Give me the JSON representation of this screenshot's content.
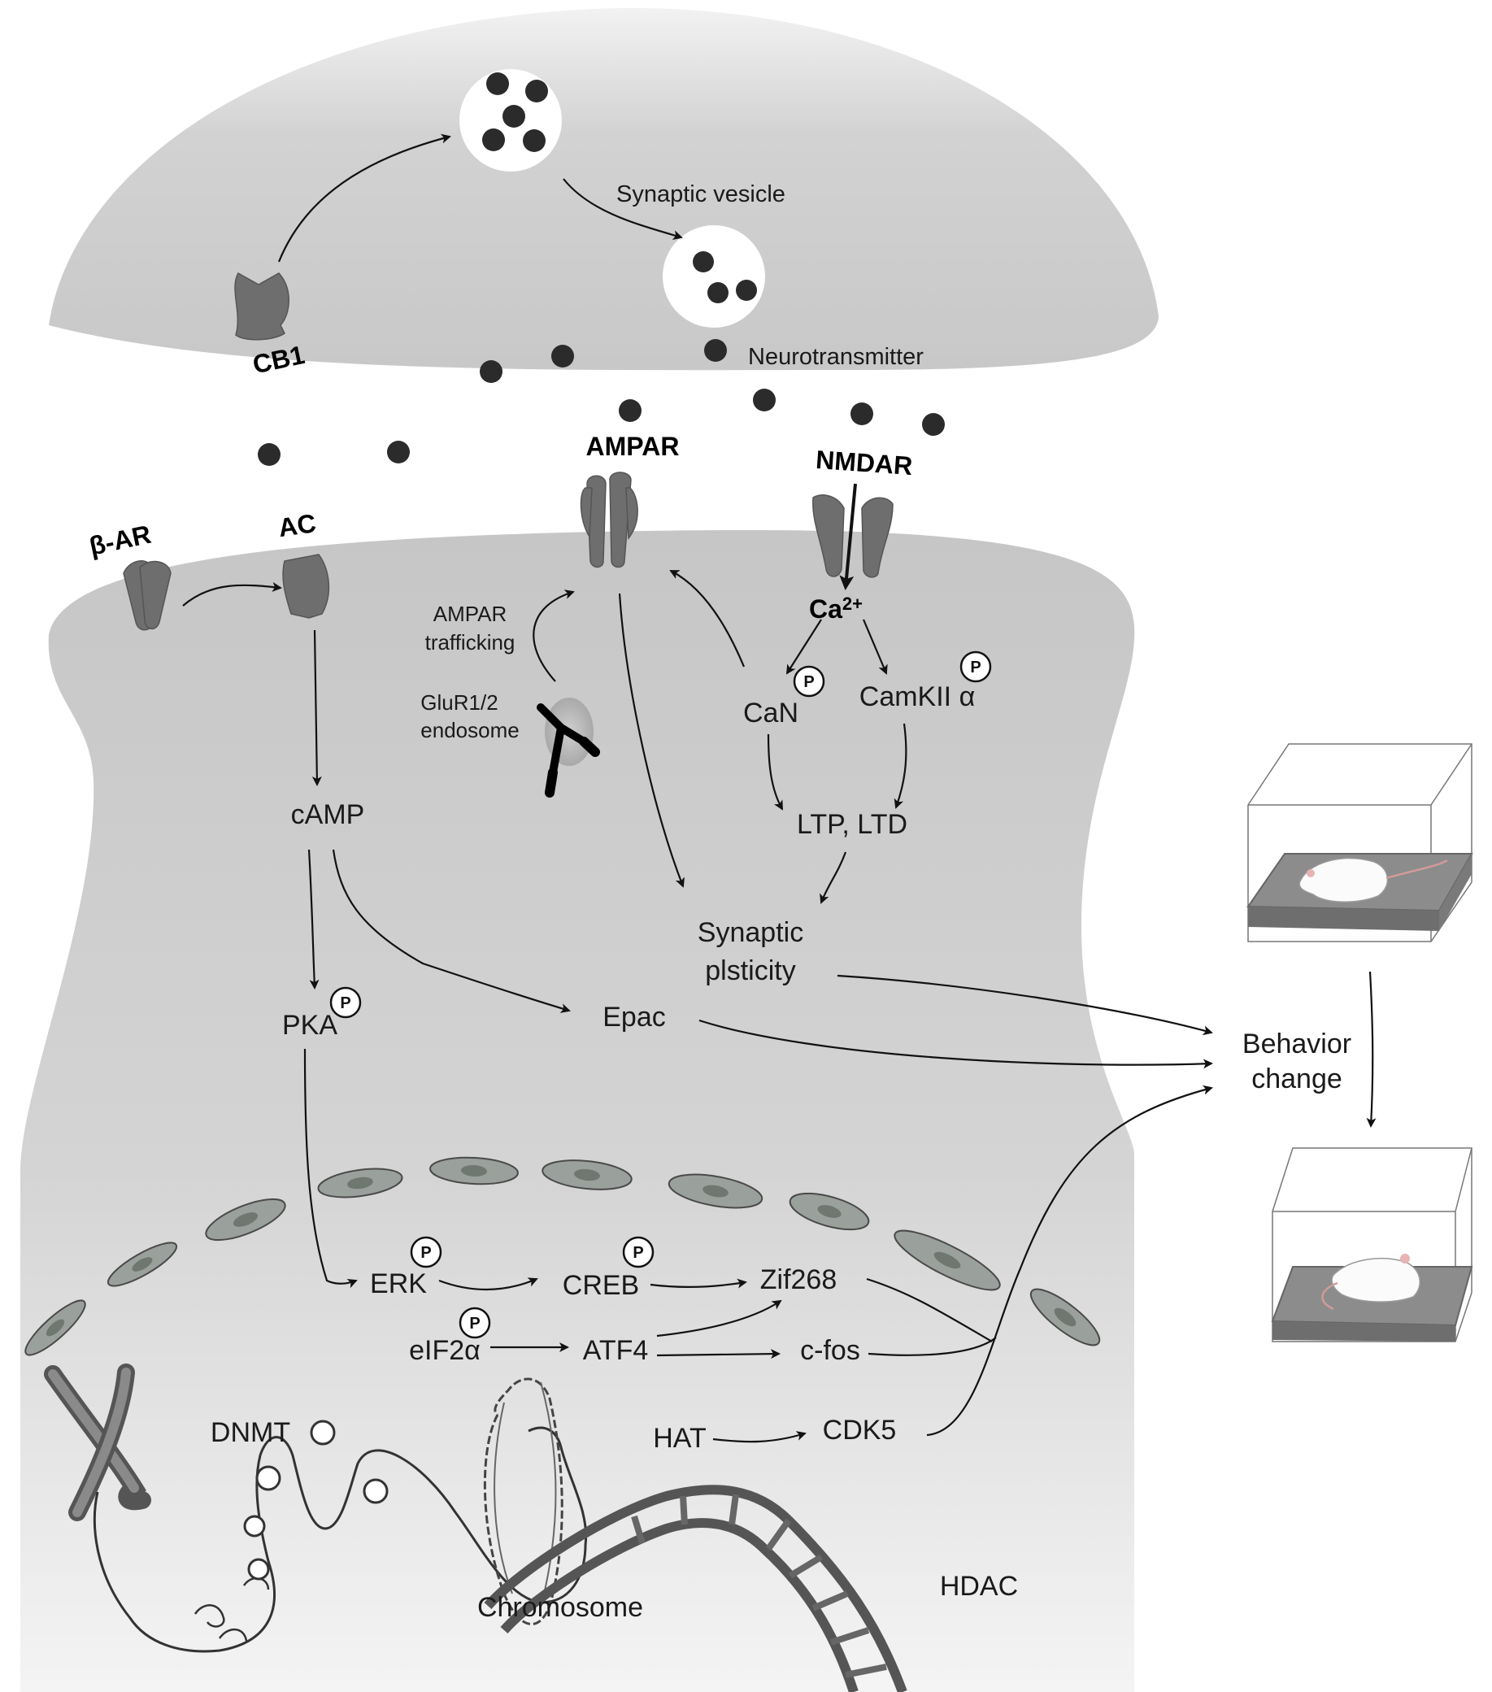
{
  "labels": {
    "synaptic_vesicle": "Synaptic  vesicle",
    "cb1": "CB1",
    "neurotransmitter": "Neurotransmitter",
    "ampar": "AMPAR",
    "nmdar": "NMDAR",
    "beta_ar": "β-AR",
    "ac": "AC",
    "ca": "Ca",
    "ca_sup": "2+",
    "ampar_trafficking_1": "AMPAR",
    "ampar_trafficking_2": "trafficking",
    "glur_1": "GluR1/2",
    "glur_2": "endosome",
    "can": "CaN",
    "camkii": "CamKII α",
    "camp": "cAMP",
    "ltp_ltd": "LTP, LTD",
    "synaptic_1": "Synaptic",
    "synaptic_2": "plsticity",
    "pka": "PKA",
    "epac": "Epac",
    "behavior_1": "Behavior",
    "behavior_2": "change",
    "erk": "ERK",
    "creb": "CREB",
    "zif268": "Zif268",
    "eif2a": "eIF2α",
    "atf4": "ATF4",
    "cfos": "c-fos",
    "dnmt": "DNMT",
    "hat": "HAT",
    "cdk5": "CDK5",
    "chromosome": "Chromosome",
    "hdac": "HDAC",
    "phospho": "P"
  },
  "colors": {
    "membrane_gray": "#c8c8c8",
    "receptor_gray": "#6e6e6e",
    "neurotransmitter": "#2b2b2b"
  }
}
